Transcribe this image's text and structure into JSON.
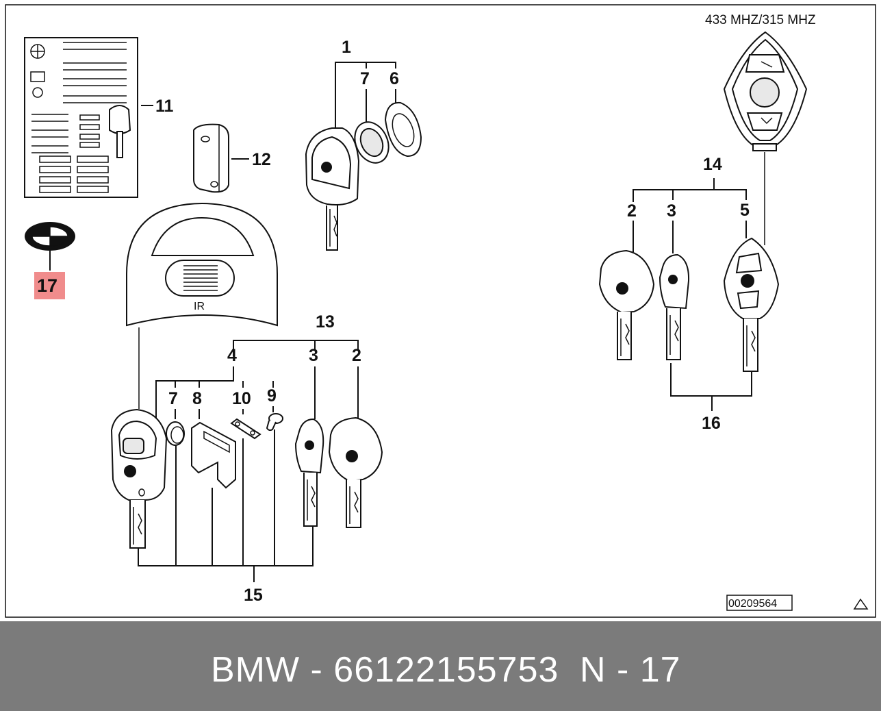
{
  "diagram": {
    "frequency_note": "433 MHZ/315 MHZ",
    "ir_label": "IR",
    "drawing_number": "00209564",
    "highlight_color": "#f08c8c",
    "callouts": {
      "c1": "1",
      "c2a": "2",
      "c2b": "2",
      "c3a": "3",
      "c3b": "3",
      "c4": "4",
      "c5": "5",
      "c6": "6",
      "c7a": "7",
      "c7b": "7",
      "c8": "8",
      "c9": "9",
      "c10": "10",
      "c11": "11",
      "c12": "12",
      "c13": "13",
      "c14": "14",
      "c15": "15",
      "c16": "16",
      "c17": "17"
    }
  },
  "caption": {
    "part_line": "BMW - 66122155753",
    "reference": "N - 17",
    "bar_color": "#7b7b7b"
  }
}
